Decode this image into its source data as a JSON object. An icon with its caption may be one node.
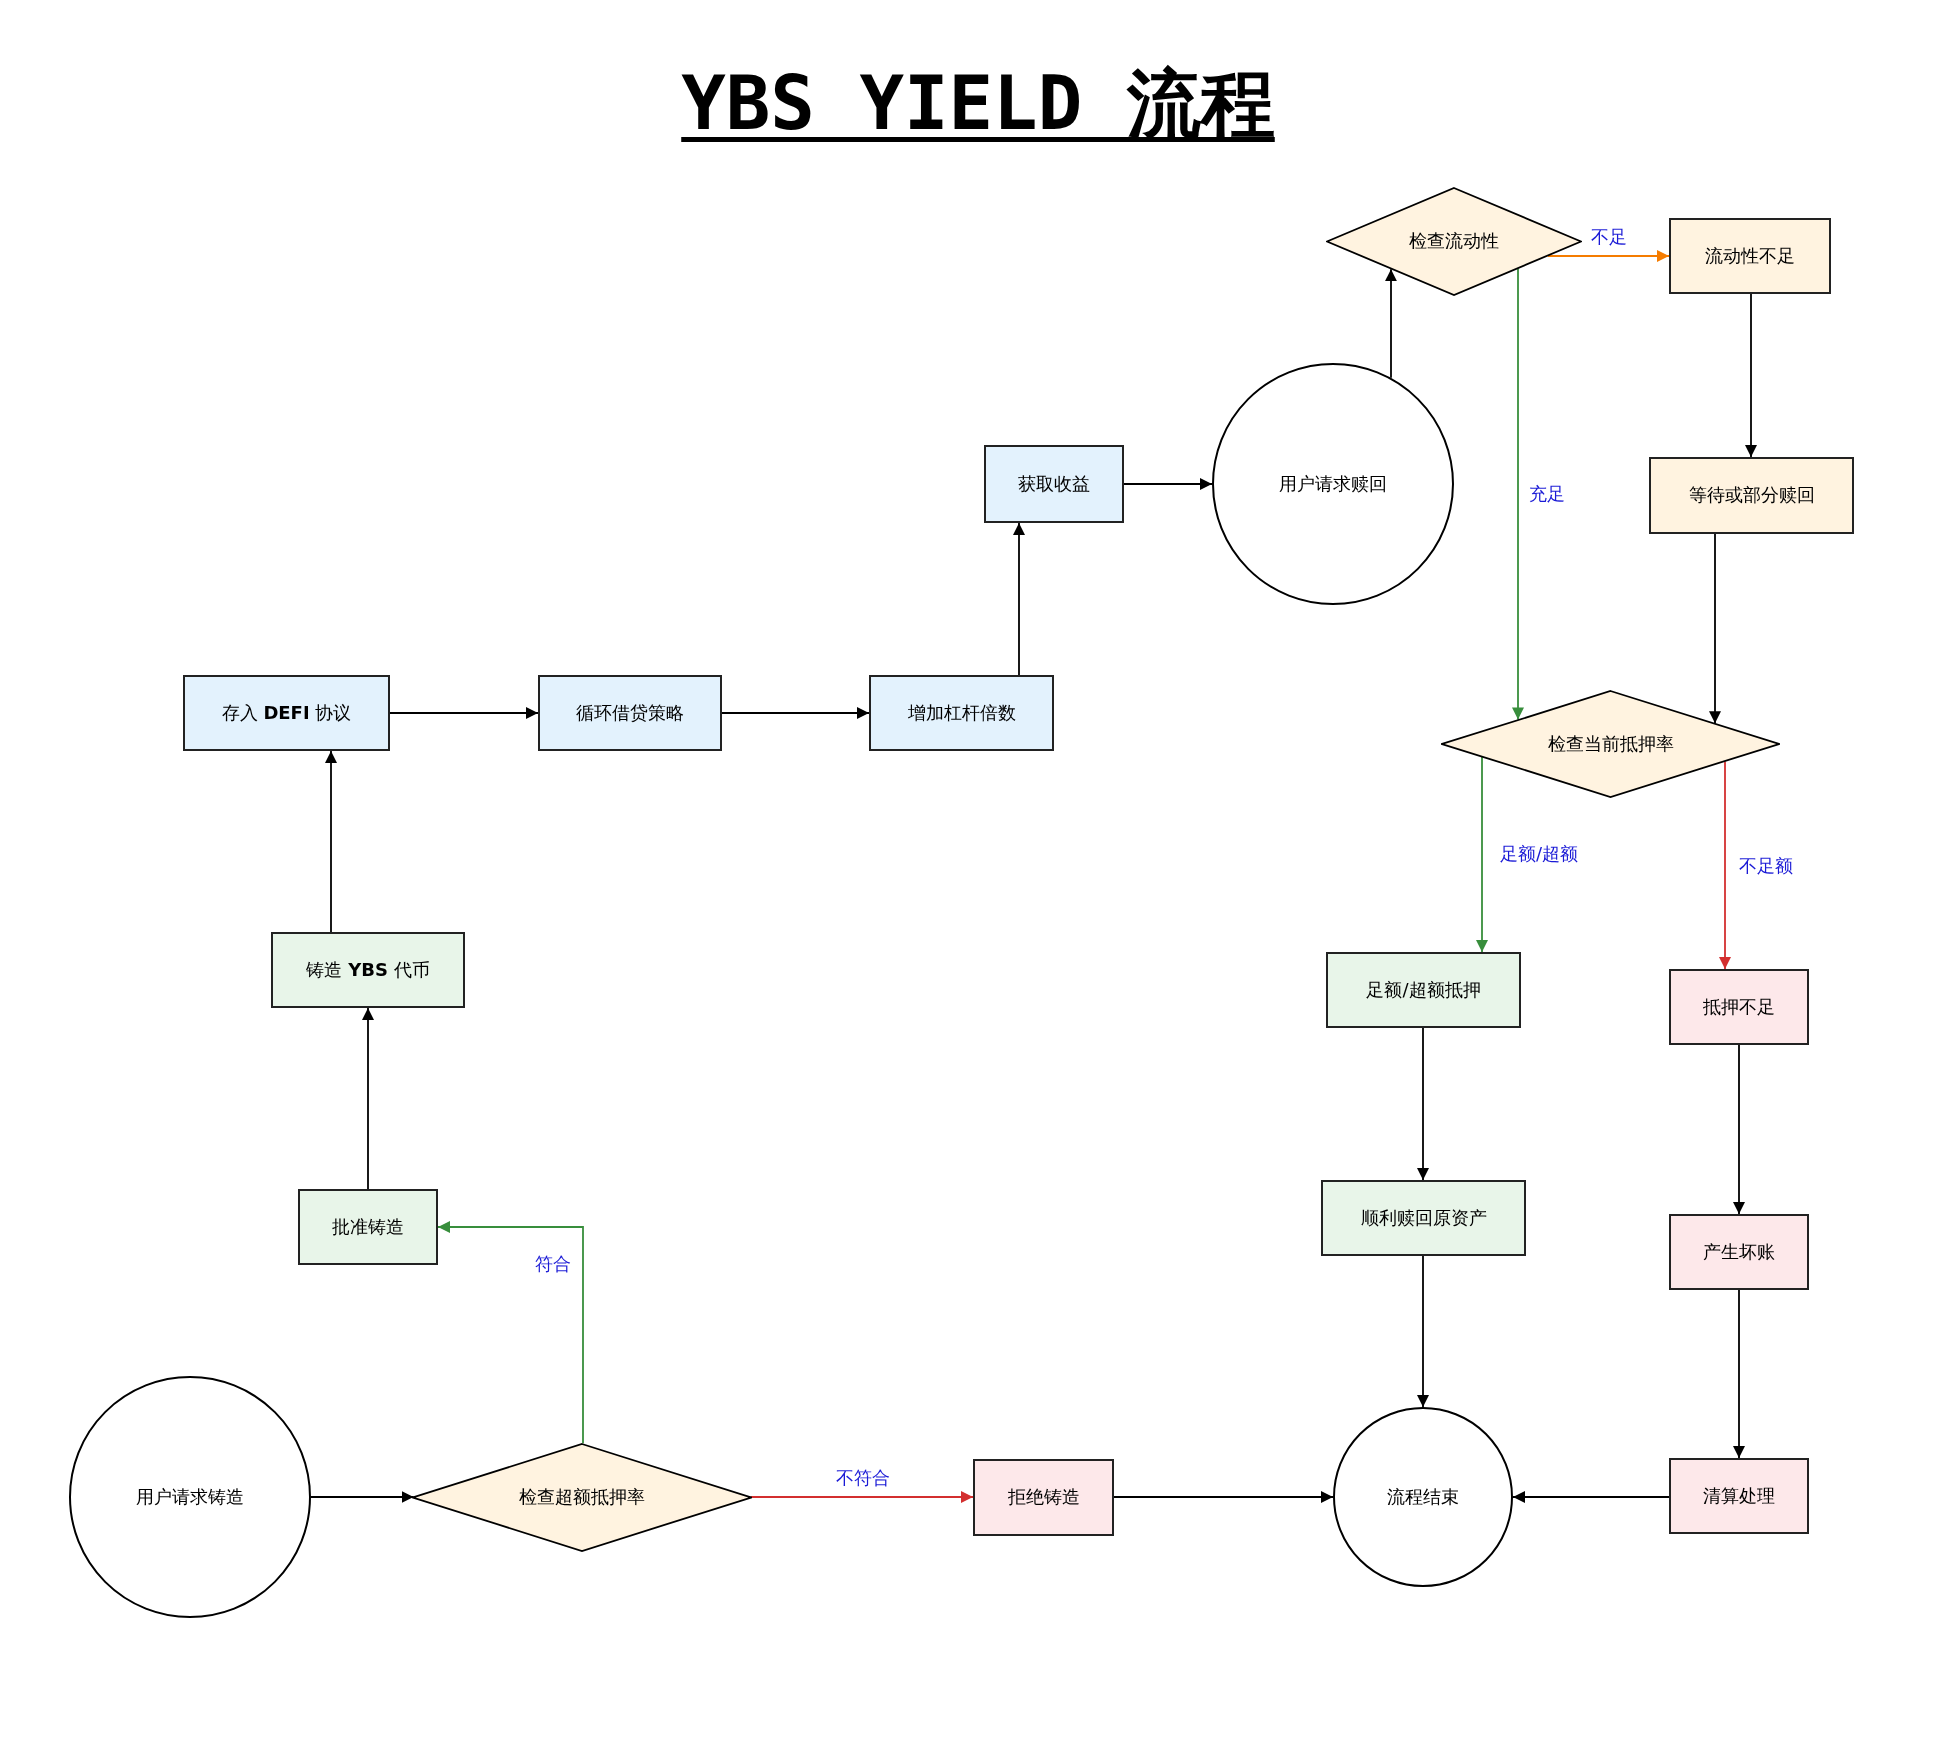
{
  "diagram": {
    "title": "YBS YIELD 流程",
    "nodes": [
      {
        "text": [
          "检查流动性"
        ]
      },
      {
        "text": [
          "流动性不足"
        ]
      },
      {
        "text": [
          "等待或部分赎回"
        ]
      },
      {
        "text": [
          "获取收益"
        ]
      },
      {
        "text": [
          "用户请求赎回"
        ]
      },
      {
        "text": [
          "存入 **DEFI** 协议"
        ]
      },
      {
        "text": [
          "循环借贷策略"
        ]
      },
      {
        "text": [
          "增加杠杆倍数"
        ]
      },
      {
        "text": [
          "检查当前抵押率"
        ]
      },
      {
        "text": [
          "铸造 **YBS** 代币"
        ]
      },
      {
        "text": [
          "足额/超额抵押"
        ]
      },
      {
        "text": [
          "抵押不足"
        ]
      },
      {
        "text": [
          "批准铸造"
        ]
      },
      {
        "text": [
          "顺利赎回原资产"
        ]
      },
      {
        "text": [
          "产生坏账"
        ]
      },
      {
        "text": [
          "用户请求铸造"
        ]
      },
      {
        "text": [
          "检查超额抵押率"
        ]
      },
      {
        "text": [
          "拒绝铸造"
        ]
      },
      {
        "text": [
          "流程结束"
        ]
      },
      {
        "text": [
          "清算处理"
        ]
      }
    ],
    "edges": [
      {
        "from": 15,
        "to": 16,
        "arrow": "to"
      },
      {
        "from": 16,
        "to": 17,
        "arrow": "to",
        "label": "不符合",
        "color": "#d32f2f"
      },
      {
        "from": 16,
        "to": 12,
        "arrow": "to",
        "label": "符合",
        "color": "#388e3c"
      },
      {
        "from": 12,
        "to": 9,
        "arrow": "to"
      },
      {
        "from": 9,
        "to": 5,
        "arrow": "to"
      },
      {
        "from": 5,
        "to": 6,
        "arrow": "to"
      },
      {
        "from": 6,
        "to": 7,
        "arrow": "to"
      },
      {
        "from": 7,
        "to": 3,
        "arrow": "to"
      },
      {
        "from": 3,
        "to": 4,
        "arrow": "to"
      },
      {
        "from": 4,
        "to": 0,
        "arrow": "to"
      },
      {
        "from": 0,
        "to": 1,
        "arrow": "to",
        "label": "不足",
        "color": "#f57c00"
      },
      {
        "from": 0,
        "to": 8,
        "arrow": "to",
        "label": "充足",
        "color": "#388e3c"
      },
      {
        "from": 1,
        "to": 2,
        "arrow": "to"
      },
      {
        "from": 2,
        "to": 8,
        "arrow": "to"
      },
      {
        "from": 8,
        "to": 10,
        "arrow": "to",
        "label": "足额/超额",
        "color": "#388e3c"
      },
      {
        "from": 8,
        "to": 11,
        "arrow": "to",
        "label": "不足额",
        "color": "#d32f2f"
      },
      {
        "from": 10,
        "to": 13,
        "arrow": "to"
      },
      {
        "from": 11,
        "to": 14,
        "arrow": "to"
      },
      {
        "from": 13,
        "to": 18,
        "arrow": "to"
      },
      {
        "from": 14,
        "to": 19,
        "arrow": "to"
      },
      {
        "from": 19,
        "to": 18,
        "arrow": "to"
      },
      {
        "from": 17,
        "to": 18,
        "arrow": "to"
      }
    ]
  }
}
